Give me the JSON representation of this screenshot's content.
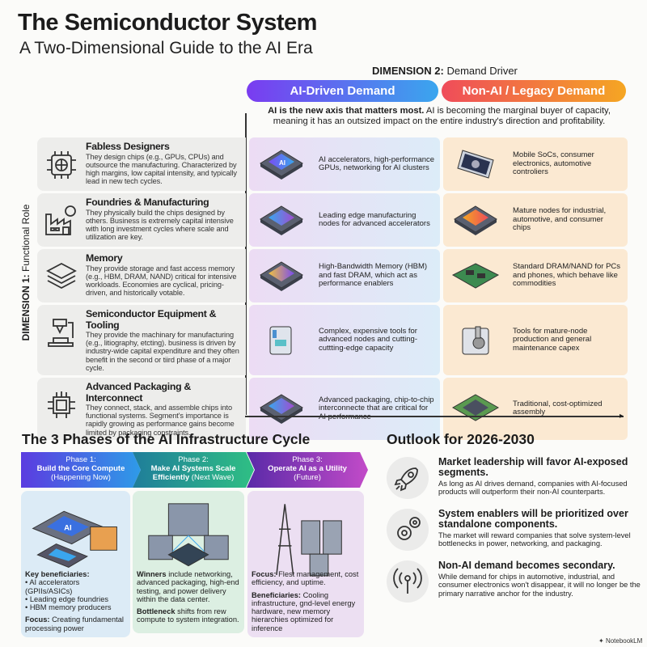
{
  "header": {
    "title": "The Semiconductor System",
    "subtitle": "A Two-Dimensional Guide to the AI Era"
  },
  "dimension2": {
    "label_bold": "DIMENSION 2:",
    "label": "Demand Driver",
    "ai_label": "AI-Driven Demand",
    "non_ai_label": "Non-AI / Legacy Demand",
    "ai_color": "#7a3cf0",
    "non_ai_color": "#f5a623"
  },
  "intro": {
    "bold": "AI is the new axis that matters most.",
    "text": "AI is becoming the marginal buyer of capacity, meaning it has an outsized impact on the entire industry's direction and profitability."
  },
  "dimension1": {
    "label_bold": "DIMENSION 1:",
    "label": "Functional Role"
  },
  "roles": [
    {
      "title": "Fabless Designers",
      "text": "They design chips (e.g., GPUs, CPUs) and outsource the manufacturing. Characterized by high margins, low capital intensity, and typically lead in new tech cycles.",
      "icon": "chip-brain-icon",
      "ai": "AI accelerators, high-performance GPUs, networking for AI clusters",
      "ai_icon": "ai-chip-icon",
      "non_ai": "Mobile SoCs, consumer electronics, automotive controliers",
      "non_ai_icon": "smartphone-icon"
    },
    {
      "title": "Foundries & Manufacturing",
      "text": "They physically build the chips designed by others. Business is extremely capital intensive with long investment cycles where scale and utilization are key.",
      "icon": "factory-icon",
      "ai": "Leading edge manufacturing nodes for advanced accelerators",
      "ai_icon": "processor-icon",
      "non_ai": "Mature nodes for industrial, automotive, and consumer chips",
      "non_ai_icon": "processor-icon"
    },
    {
      "title": "Memory",
      "text": "They provide storage and fast access memory (e.g., HBM, DRAM, NAND) critical for intensive workloads. Economies are cyclical, pricing-driven, and historically votable.",
      "icon": "memory-stack-icon",
      "ai": "High-Bandwidth Memory (HBM) and fast DRAM, which act as performance enablers",
      "ai_icon": "hbm-stack-icon",
      "non_ai": "Standard DRAM/NAND for PCs and phones, which behave like commodities",
      "non_ai_icon": "memory-module-icon"
    },
    {
      "title": "Semiconductor Equipment & Tooling",
      "text": "They provide the machinary for manufacturing (e.g., litiography, etcting). business is driven by industry-wide capital expenditure and they often benefit in the second or tiird phase of a major cycle.",
      "icon": "microscope-icon",
      "ai": "Complex, expensive tools for advanced nodes and cutting-cuttting-edge capacity",
      "ai_icon": "fab-tool-icon",
      "non_ai": "Tools for mature-node production and general maintenance capex",
      "non_ai_icon": "fab-tool-icon"
    },
    {
      "title": "Advanced Packaging & Interconnect",
      "text": "They connect, stack, and assemble chips into functional systems. Segment's importance is rapidly growing as performance gains become limited by packaging constraints.",
      "icon": "circuit-chip-icon",
      "ai": "Advanced packaging, chip-to-chip interconnecte that are critical for AI performance",
      "ai_icon": "packaged-chip-icon",
      "non_ai": "Traditional, cost-optimized assembly",
      "non_ai_icon": "chip-package-icon"
    }
  ],
  "phases": {
    "title": "The 3 Phases of the AI Infrastructure Cycle",
    "items": [
      {
        "label": "Phase 1:",
        "name": "Build the Core Compute",
        "when": "(Happening Now)",
        "icon": "ai-chips-icon",
        "lines": [
          {
            "bold": "Key beneficiaries:",
            "text": ""
          },
          {
            "bold": "",
            "text": "• AI accelerators (GPIIs/ASICs)"
          },
          {
            "bold": "",
            "text": "• Leading edge foundries"
          },
          {
            "bold": "",
            "text": "• HBM memory producers"
          },
          {
            "bold": "Focus:",
            "text": "Creating fundamental processing power"
          }
        ]
      },
      {
        "label": "Phase 2:",
        "name": "Make AI Systems Scale Efficiently",
        "when": "(Next Wave)",
        "icon": "server-network-icon",
        "lines": [
          {
            "bold": "Winners",
            "text": "include networking, advanced packaging, high-end testing, and power delivery within the data center."
          },
          {
            "bold": "Bottleneck",
            "text": "shifts from rew compute to system integration."
          }
        ]
      },
      {
        "label": "Phase 3:",
        "name": "Operate AI as a Utility",
        "when": "(Future)",
        "icon": "power-datacenter-icon",
        "lines": [
          {
            "bold": "Focus:",
            "text": "Flest management, cost efficiency, and uptime."
          },
          {
            "bold": "Beneficiaries:",
            "text": "Cooling infrastructure, gnd-level energy hardware, new memory hierarchies optimized for inference"
          }
        ]
      }
    ]
  },
  "outlook": {
    "title": "Outlook for 2026-2030",
    "items": [
      {
        "title": "Market leadership will favor AI-exposed segments.",
        "text": "As long as AI drives demand, companies with AI-focused products will outperform their non-AI counterparts.",
        "icon": "rocket-icon"
      },
      {
        "title": "System enablers will be prioritized over standalone components.",
        "text": "The market will reward companies that solve system-level bottlenecks in power, networking, and packaging.",
        "icon": "gears-icon"
      },
      {
        "title": "Non-AI demand becomes secondary.",
        "text": "While demand for chips in automotive, industrial, and consumer electronics won't disappear, it will no longer be the primary narrative anchor for the industry.",
        "icon": "antenna-signal-icon"
      }
    ]
  },
  "footer": {
    "brand": "NotebookLM"
  }
}
